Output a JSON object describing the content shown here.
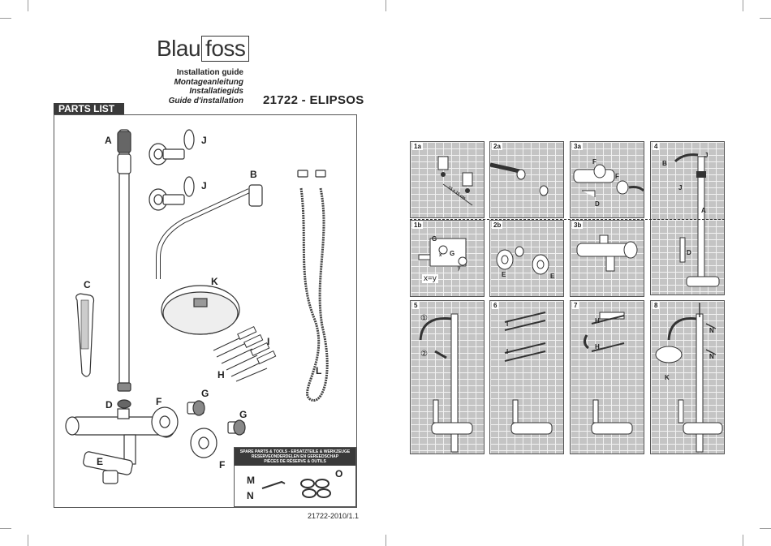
{
  "brand": {
    "part1": "Blau",
    "part2": "foss"
  },
  "titles": [
    "Installation guide",
    "Montageanleitung",
    "Installatiegids",
    "Guide d'installation"
  ],
  "product": "21722 - ELIPSOS",
  "parts_list": {
    "title": "PARTS LIST",
    "labels": {
      "A": "A",
      "B": "B",
      "C": "C",
      "D": "D",
      "E": "E",
      "F": "F",
      "G": "G",
      "H": "H",
      "I": "I",
      "J": "J",
      "K": "K",
      "L": "L"
    }
  },
  "spare": {
    "header": [
      "SPARE PARTS & TOOLS - ERSATZTEILE & WERKZEUGE",
      "RESERVEONDERDELEN EN GEREEDSCHAP",
      "PIÈCES DE RÉSERVE & OUTILS"
    ],
    "labels": {
      "M": "M",
      "N": "N",
      "O": "O"
    }
  },
  "doc_code": "21722-2010/1.1",
  "steps": {
    "s1a": "1a",
    "s1b": "1b",
    "s2a": "2a",
    "s2b": "2b",
    "s3a": "3a",
    "s3b": "3b",
    "s4": "4",
    "s5": "5",
    "s6": "6",
    "s7": "7",
    "s8": "8"
  },
  "step_notes": {
    "dimension": "15 ± 15 cm",
    "xy": "x=y",
    "x": "x",
    "y": "y",
    "circle1": "①",
    "circle2": "②"
  }
}
